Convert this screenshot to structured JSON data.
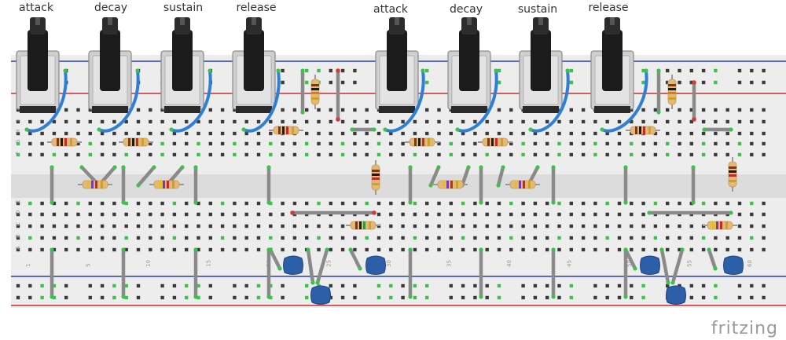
{
  "labels": {
    "pots": [
      "attack",
      "decay",
      "sustain",
      "release",
      "attack",
      "decay",
      "sustain",
      "release"
    ]
  },
  "row_letters_top": [
    "J",
    "I",
    "H",
    "G",
    "F"
  ],
  "row_letters_bottom": [
    "E",
    "D",
    "C",
    "B",
    "A"
  ],
  "column_numbers": [
    "1",
    "5",
    "10",
    "15",
    "20",
    "25",
    "30",
    "35",
    "40",
    "45",
    "50",
    "55",
    "60"
  ],
  "brand": "fritzing",
  "colors": {
    "board": "#ededed",
    "hole": "#3a3a3a",
    "hole_connected": "#3cc24a",
    "rail_blue": "#2b3fb0",
    "rail_red": "#c23030",
    "wire_blue": "#2f7fd6",
    "wire_gray": "#8a8a8a",
    "cap_blue": "#2c5fa8",
    "knob": "#1b1b1b",
    "pot_body": "#cfcfcf"
  }
}
